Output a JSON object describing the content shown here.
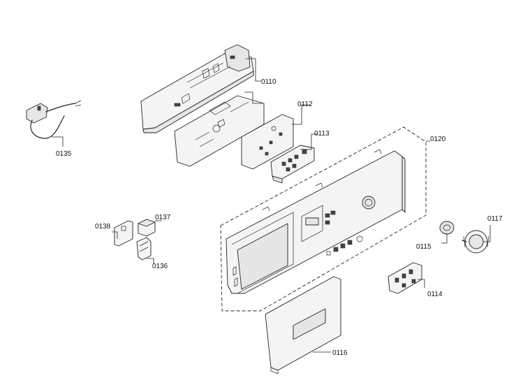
{
  "labels": {
    "p0110": "0110",
    "p0112": "0112",
    "p0113": "0113",
    "p0120": "0120",
    "p0135": "0135",
    "p0137": "0137",
    "p0138": "0138",
    "p0136": "0136",
    "p0115": "0115",
    "p0117": "0117",
    "p0114": "0114",
    "p0116": "0116"
  }
}
